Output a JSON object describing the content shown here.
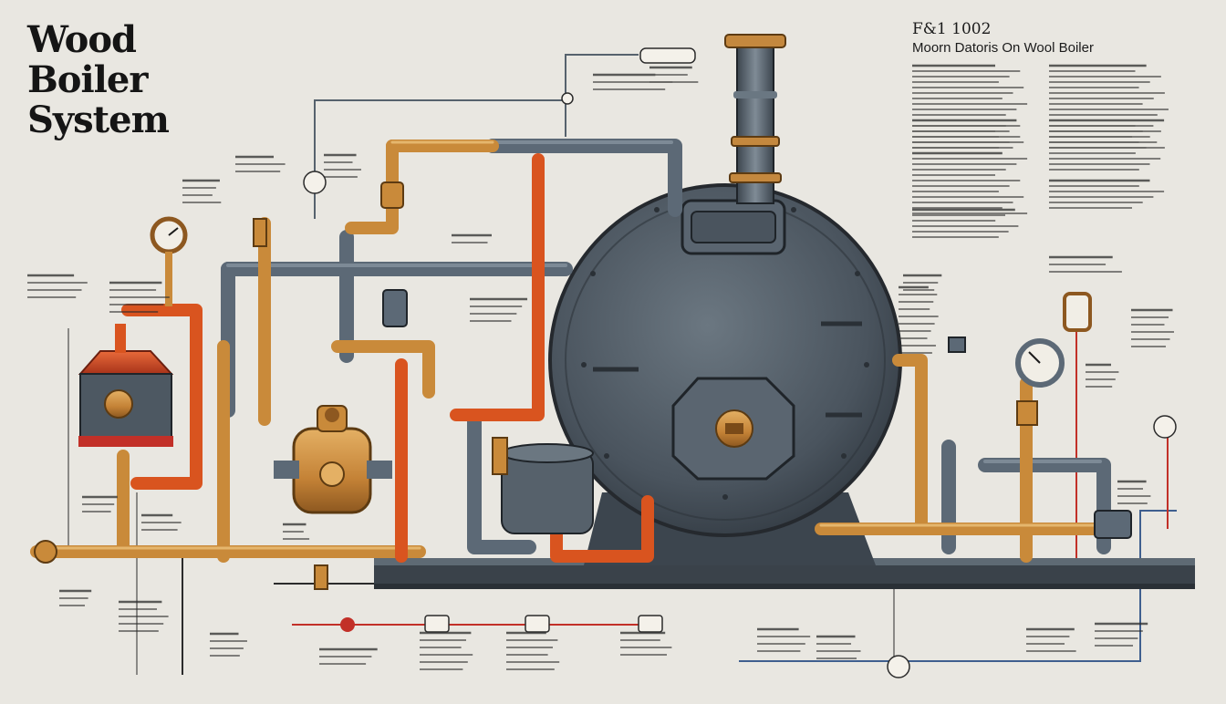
{
  "title": {
    "line1": "Wood",
    "line2": "Boiler",
    "line3": "System"
  },
  "header": {
    "code": "F&1 1002",
    "subtitle": "Moorn Datoris On Wool Boiler"
  },
  "colors": {
    "background": "#e9e7e1",
    "steel": "#55606b",
    "steel_dark": "#2e363e",
    "copper_orange": "#d9541f",
    "brass": "#c98a3a",
    "red_line": "#c23028",
    "blue_line": "#3f5f8f",
    "ink": "#1b1b1b"
  },
  "icons": {
    "pressure_gauge": "pressure-gauge-icon",
    "valve": "valve-icon"
  }
}
